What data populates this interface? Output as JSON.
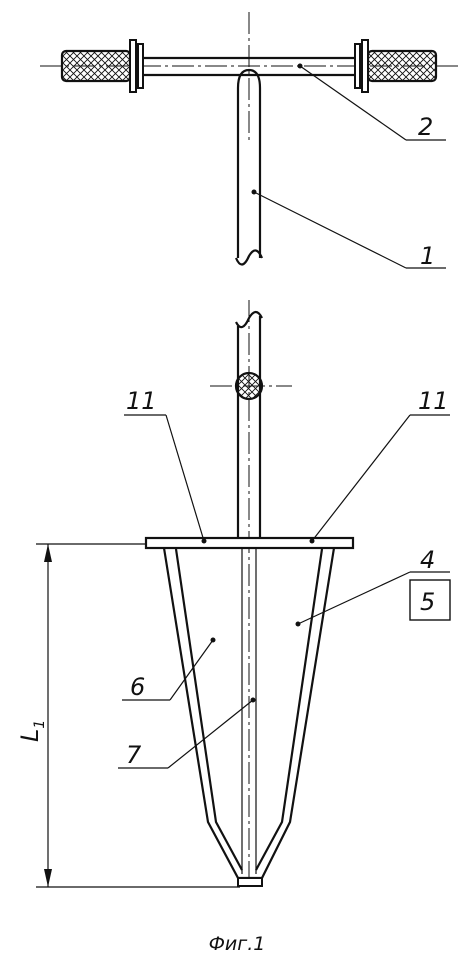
{
  "figure": {
    "caption": "Фиг.1",
    "dimension": {
      "symbol": "L",
      "subscript": "1"
    },
    "labels": {
      "l1": "1",
      "l2": "2",
      "l4": "4",
      "l5": "5",
      "l6": "6",
      "l7": "7",
      "l11_left": "11",
      "l11_right": "11"
    }
  }
}
